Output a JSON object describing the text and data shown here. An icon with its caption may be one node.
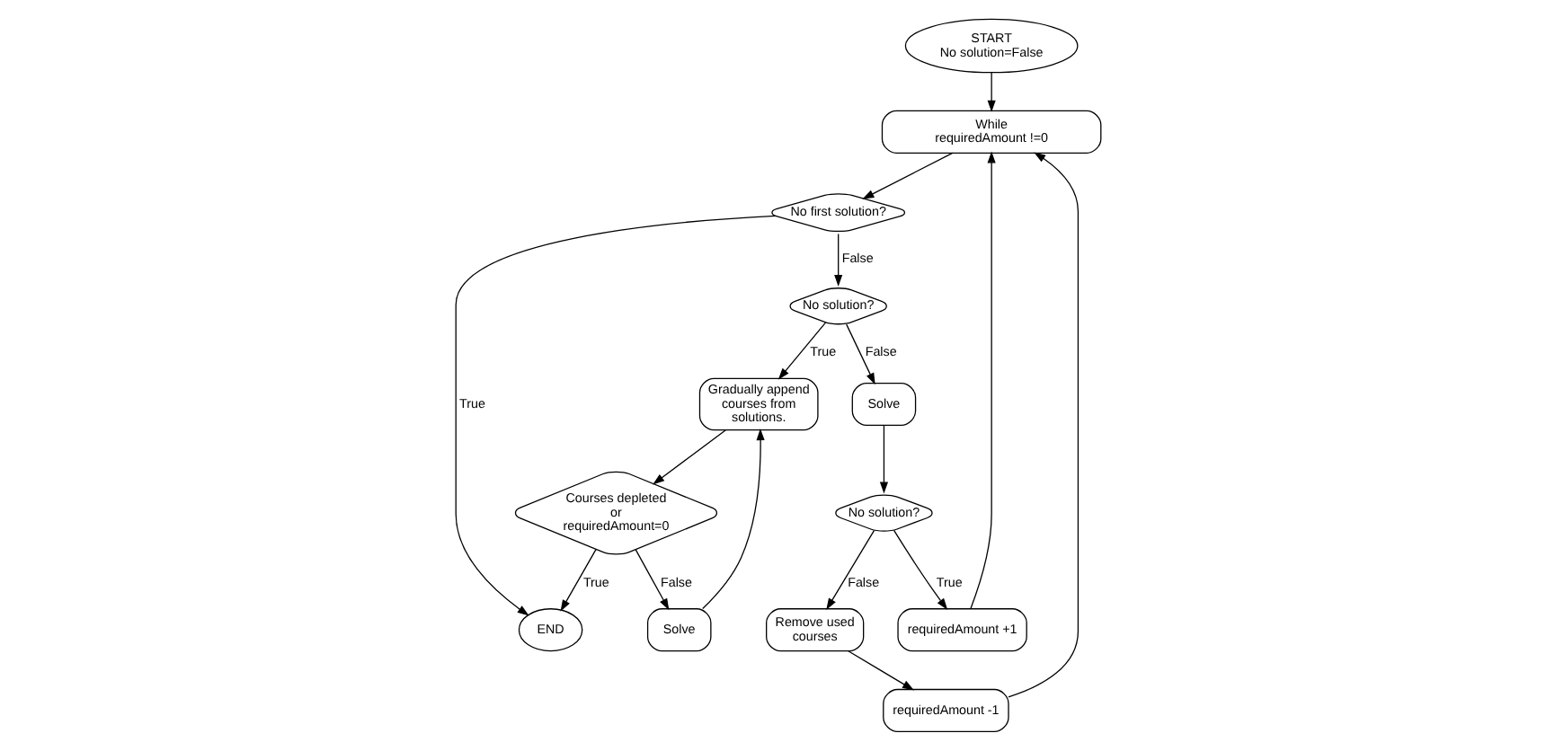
{
  "diagram": {
    "nodes": [
      {
        "text": [
          "START",
          "No solution=False"
        ]
      },
      {
        "text": [
          "While requiredAmount !=0"
        ]
      },
      {
        "text": [
          "No first solution?"
        ]
      },
      {
        "text": [
          "END"
        ]
      },
      {
        "text": [
          "No solution?"
        ]
      },
      {
        "text": [
          "Gradually append courses from solutions."
        ]
      },
      {
        "text": [
          "Courses depleted or requiredAmount=0"
        ]
      },
      {
        "text": [
          "Solve"
        ]
      },
      {
        "text": [
          "Solve"
        ]
      },
      {
        "text": [
          "No solution?"
        ]
      },
      {
        "text": [
          "Remove used courses"
        ]
      },
      {
        "text": [
          "requiredAmount -1"
        ]
      },
      {
        "text": [
          "requiredAmount +1"
        ]
      }
    ],
    "edges": [
      {
        "from": 0,
        "to": 1,
        "arrow": "to"
      },
      {
        "from": 1,
        "to": 2,
        "arrow": "to"
      },
      {
        "from": 2,
        "to": 3,
        "arrow": "to",
        "label": "True"
      },
      {
        "from": 2,
        "to": 4,
        "arrow": "to",
        "label": "False"
      },
      {
        "from": 4,
        "to": 5,
        "arrow": "to",
        "label": "True"
      },
      {
        "from": 4,
        "to": 8,
        "arrow": "to",
        "label": "False"
      },
      {
        "from": 5,
        "to": 6,
        "arrow": "to"
      },
      {
        "from": 6,
        "to": 3,
        "arrow": "to",
        "label": "True"
      },
      {
        "from": 6,
        "to": 7,
        "arrow": "to",
        "label": "False"
      },
      {
        "from": 7,
        "to": 5,
        "arrow": "to"
      },
      {
        "from": 8,
        "to": 9,
        "arrow": "to"
      },
      {
        "from": 9,
        "to": 10,
        "arrow": "to",
        "label": "False"
      },
      {
        "from": 9,
        "to": 12,
        "arrow": "to",
        "label": "True"
      },
      {
        "from": 10,
        "to": 11,
        "arrow": "to"
      },
      {
        "from": 11,
        "to": 1,
        "arrow": "to"
      },
      {
        "from": 12,
        "to": 1,
        "arrow": "to"
      }
    ]
  }
}
